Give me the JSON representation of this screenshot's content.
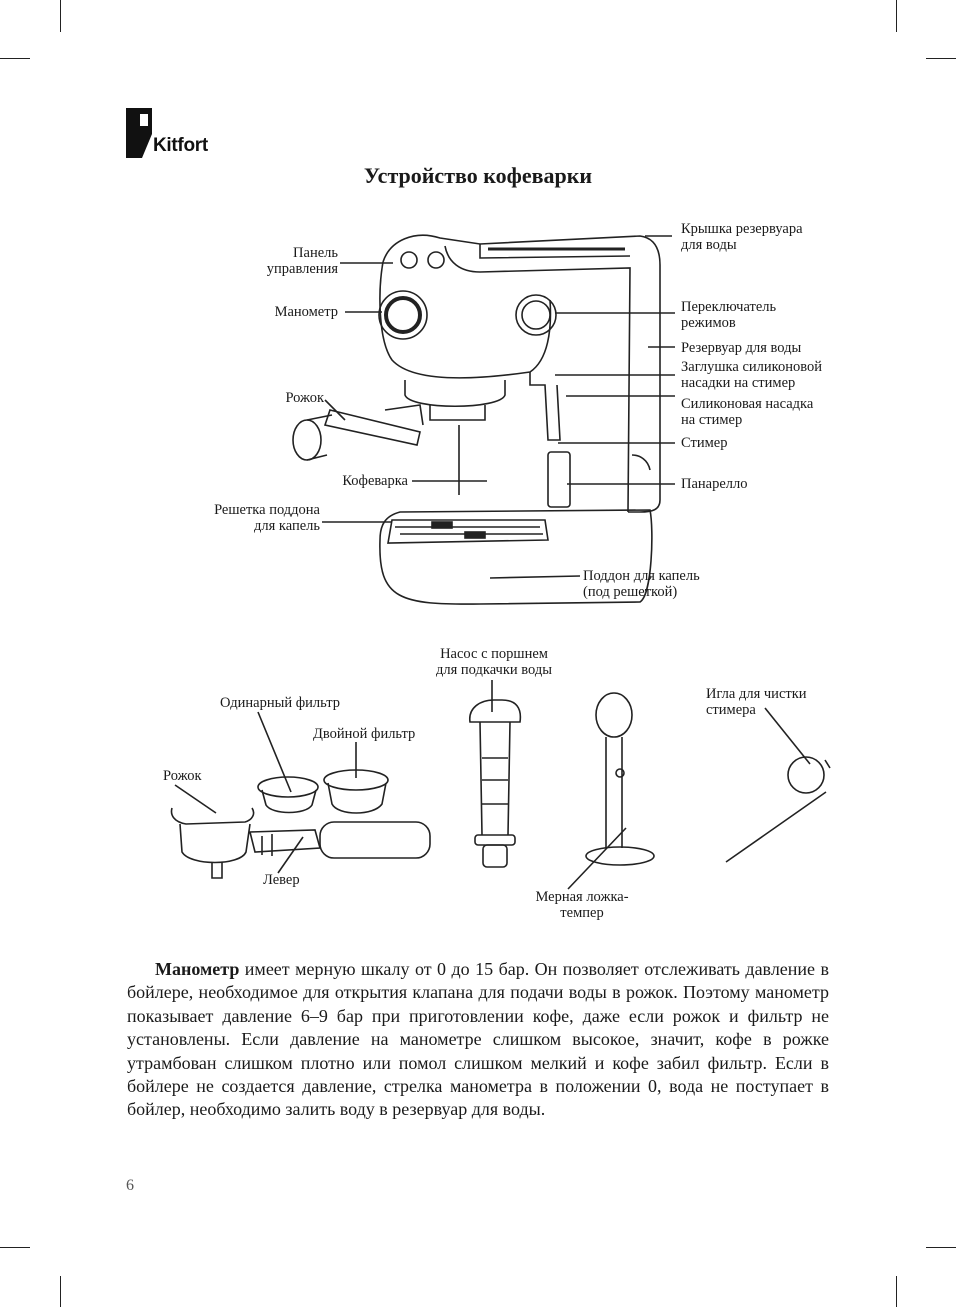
{
  "brand": "Kitfort",
  "title": "Устройство кофеварки",
  "machine_labels": {
    "panel": "Панель управления",
    "manometer": "Манометр",
    "rozhok": "Рожок",
    "kofevarka": "Кофеварка",
    "grate": "Решетка поддона для капель",
    "lid": "Крышка резервуара для воды",
    "switch": "Переключатель режимов",
    "tank": "Резервуар для воды",
    "plug": "Заглушка силиконовой насадки на стимер",
    "silicone": "Силиконовая насадка на стимер",
    "steamer": "Стимер",
    "panarello": "Панарелло",
    "tray": "Поддон для капель (под решеткой)"
  },
  "accessory_labels": {
    "pump": "Насос с поршнем для подкачки воды",
    "single_filter": "Одинарный фильтр",
    "double_filter": "Двойной фильтр",
    "rozhok": "Рожок",
    "lever": "Левер",
    "spoon": "Мерная ложка-темпер",
    "needle": "Игла для чистки стимера"
  },
  "paragraph": {
    "bold": "Манометр",
    "text": " имеет мерную шкалу от 0 до 15 бар. Он позволяет отслеживать давление в бойлере, необходимое для открытия клапана для подачи воды в рожок. Поэтому манометр показывает давление 6–9 бар при приготовлении кофе, даже если рожок и фильтр не установлены. Если давление на манометре слишком высокое, значит, кофе в рожке утрамбован слишком плотно или помол слишком мелкий и кофе забил фильтр. Если в бойлере не создается давление, стрелка манометра в положении 0, вода не поступает в бойлер, необходимо залить воду в резервуар для воды."
  },
  "page_number": "6"
}
